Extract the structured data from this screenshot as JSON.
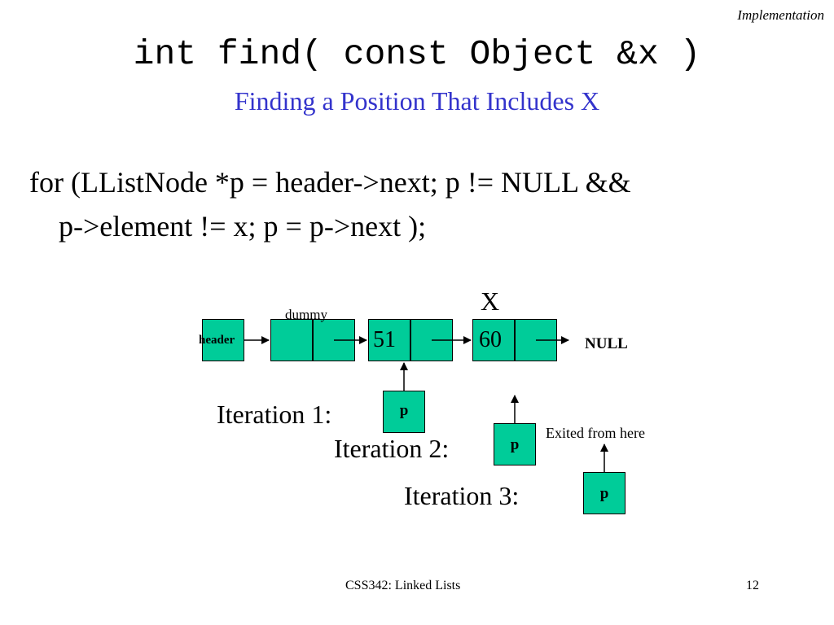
{
  "header_tag": "Implementation",
  "title": "int find( const Object &x )",
  "subtitle": "Finding a Position That Includes X",
  "code": {
    "line1": "for (LListNode *p = header->next;  p != NULL &&",
    "line2": "p->element != x; p = p->next );"
  },
  "diagram": {
    "header_label": "header",
    "dummy_label": "dummy",
    "node1_value": "51",
    "node2_value": "60",
    "target_label": "X",
    "null_label": "NULL",
    "exit_note": "Exited from here",
    "iterations": [
      {
        "label": "Iteration 1:",
        "pointer": "p"
      },
      {
        "label": "Iteration 2:",
        "pointer": "p"
      },
      {
        "label": "Iteration 3:",
        "pointer": "p"
      }
    ]
  },
  "colors": {
    "node_fill": "#00cc99",
    "subtitle": "#3333cc"
  },
  "footer": {
    "course": "CSS342: Linked Lists",
    "page": "12"
  }
}
